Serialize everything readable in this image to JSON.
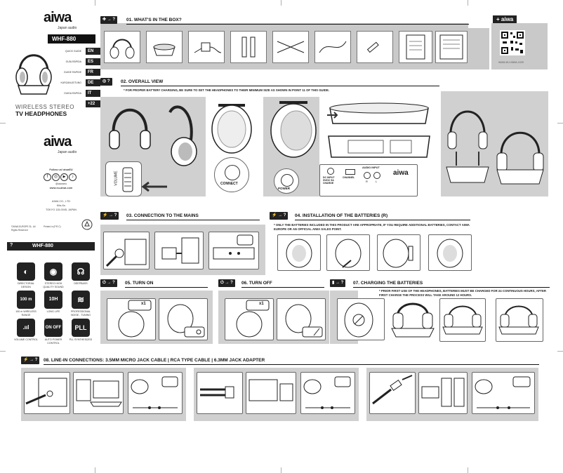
{
  "brand": {
    "name": "aiwa",
    "tagline": "Japan audio",
    "model": "WHF-880",
    "product_line1": "WIRELESS STEREO",
    "product_line2": "TV HEADPHONES"
  },
  "languages": [
    {
      "guide": "QUICK GUIDE",
      "code": "EN"
    },
    {
      "guide": "GUÍA RÁPIDA",
      "code": "ES"
    },
    {
      "guide": "GUIDE RAPIDE",
      "code": "FR"
    },
    {
      "guide": "KURZANLEITUNG",
      "code": "DE"
    },
    {
      "guide": "GUIDA RAPIDA",
      "code": "IT"
    }
  ],
  "more_languages": "+22",
  "follow": {
    "label": "Follow us! aiwaEU",
    "handle": "@aiwaeu",
    "website": "www.eu-aiwa.com"
  },
  "company": {
    "line1": "AIWA CO., LTD",
    "line2": "Kita-Ku",
    "line3": "TOKYO 115-0045, JAPAN"
  },
  "legal": {
    "left": "©AIWA EUROPE SL.\nAll Rights Reserved",
    "right": "Printed in (P.R.C)"
  },
  "features_header": {
    "badge": "?",
    "model": "WHF-880"
  },
  "features": [
    {
      "label": "DIRECTORIAL DESIGN",
      "glyph": "◐"
    },
    {
      "label": "STEREO HIGH QUALITY SOUND",
      "glyph": "◉"
    },
    {
      "label": "DEEPBASS",
      "glyph": "☊"
    },
    {
      "label": "100 m WIRELESS RANGE",
      "glyph": "100 m"
    },
    {
      "label": "LONG LIFE",
      "glyph": "10H"
    },
    {
      "label": "PROFESSIONAL NOISE - TUNING",
      "glyph": "≋"
    },
    {
      "label": "VOLUME CONTROL",
      "glyph": ".ııl"
    },
    {
      "label": "AUTO POWER CONTROL",
      "glyph": "ON OFF"
    },
    {
      "label": "PLL SYNTHESIZED",
      "glyph": "PLL"
    }
  ],
  "sections": {
    "s01": {
      "icon": "✚ → ?",
      "title": "01. WHAT'S IN THE BOX?"
    },
    "s02": {
      "icon": "◎ ?",
      "title": "02. OVERALL VIEW",
      "note": "* FOR PROPER BATTERY CHARGING, BE SURE TO SET THE HEADPHONES TO THEIR MINIMUM SIZE AS SHOWN IN POINT 11 OF THIS GUIDE."
    },
    "s03": {
      "icon": "⚡ → ?",
      "title": "03. CONNECTION TO THE MAINS"
    },
    "s04": {
      "icon": "⚡ → ?",
      "title": "04. INSTALLATION OF THE BATTERIES (R)",
      "note": "* ONLY THE BATTERIES INCLUDED IN THIS PRODUCT ARE APPROPRIATE, IF YOU REQUIRE ADDITIONAL BATTERIES, CONTACT AIWA EUROPE OR AN OFFICIAL AIWA SALES POINT."
    },
    "s05": {
      "icon": "⏻ → ?",
      "title": "05. TURN ON"
    },
    "s06": {
      "icon": "⏻ → ?",
      "title": "06. TURN OFF"
    },
    "s07": {
      "icon": "▮ → ?",
      "title": "07. CHARGING THE BATTERIES",
      "note": "* PRIOR FIRST USE OF THE HEADPHONES, BATTERIES MUST BE CHARGED FOR 24 CONTINUOUS HOURS, AFTER FIRST CHARGE THE PROCESS WILL TAKE AROUND 12 HOURS."
    },
    "s08": {
      "icon": "⚡ → ?",
      "title": "08. LINE-IN CONNECTIONS:  3.5MM MICRO JACK CABLE  |  RCA TYPE CABLE  |  6.3MM JACK ADAPTER"
    }
  },
  "overall_labels": {
    "volume": "VOLUME",
    "connect": "CONNECT",
    "dc_input": "DC INPUT\n9V/DC 5A\nCHARGE",
    "audio_input": "AUDIO INPUT",
    "channel": "CHANNEL",
    "r": "R",
    "l": "L",
    "power": "POWER",
    "brand": "aiwa"
  },
  "qr_block": {
    "tag": "+ aiwa",
    "url": "www.eu-aiwa.com"
  },
  "turn": {
    "x1": "x1"
  },
  "colors": {
    "dark": "#111111",
    "band": "#c9c9c9",
    "panel_border": "#666666"
  }
}
